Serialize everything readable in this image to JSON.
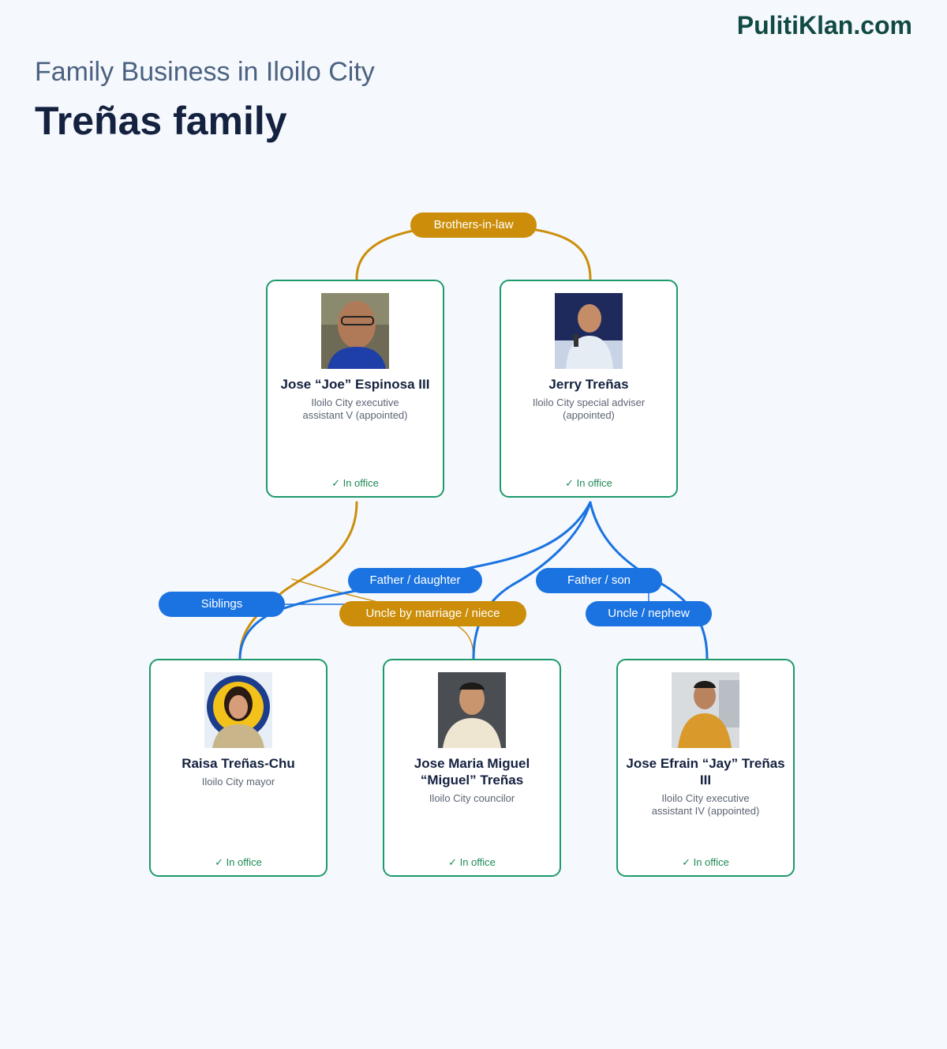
{
  "brand": "PulitiKlan.com",
  "subtitle": "Family Business in Iloilo City",
  "title": "Treñas family",
  "colors": {
    "gold": "#cc8e0a",
    "blue": "#1a73e0",
    "card_border": "#1e9a6a",
    "status": "#1e8a55"
  },
  "relations": {
    "brothers_in_law": "Brothers-in-law",
    "father_daughter": "Father / daughter",
    "father_son": "Father / son",
    "siblings": "Siblings",
    "uncle_by_marriage_niece": "Uncle by marriage / niece",
    "uncle_nephew": "Uncle / nephew"
  },
  "people": {
    "joe": {
      "name": "Jose “Joe” Espinosa III",
      "role": "Iloilo City executive assistant V (appointed)",
      "status": "✓ In office"
    },
    "jerry": {
      "name": "Jerry Treñas",
      "role": "Iloilo City special adviser (appointed)",
      "status": "✓ In office"
    },
    "raisa": {
      "name": "Raisa Treñas-Chu",
      "role": "Iloilo City mayor",
      "status": "✓ In office"
    },
    "miguel": {
      "name": "Jose Maria Miguel “Miguel” Treñas",
      "role": "Iloilo City councilor",
      "status": "✓ In office"
    },
    "jay": {
      "name": "Jose Efrain “Jay” Treñas III",
      "role": "Iloilo City executive assistant IV (appointed)",
      "status": "✓ In office"
    }
  }
}
